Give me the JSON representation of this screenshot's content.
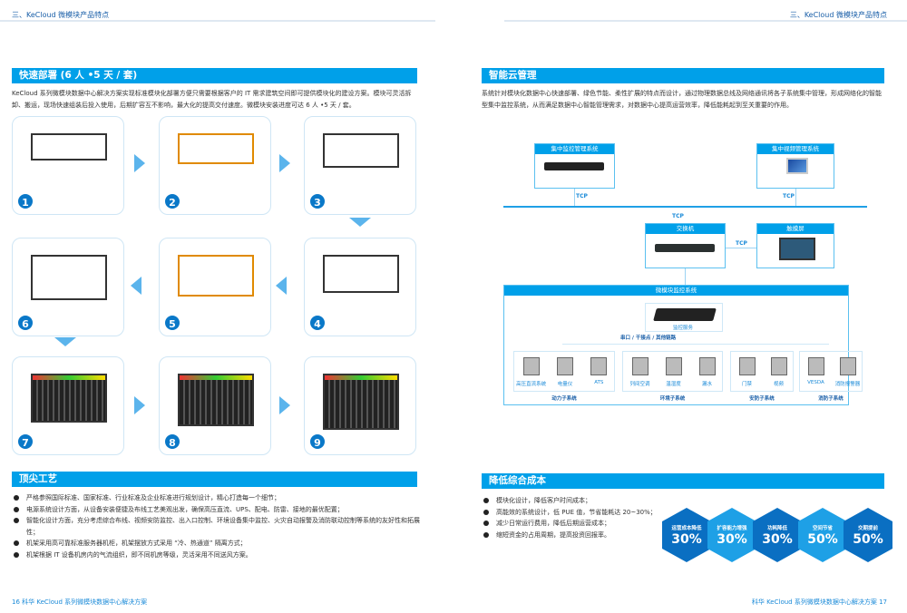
{
  "header": {
    "left": "三、KeCloud 微模块产品特点",
    "right": "三、KeCloud 微模块产品特点"
  },
  "left": {
    "deploy": {
      "title": "快速部署 (6 人 •5 天 / 套)",
      "text": "KeCloud 系列微模块数据中心解决方案实现标准模块化部署方便只需要根据客户的 IT 需求建筑空间即可提供模块化的建设方案。模块可灵活拆卸、搬运，现场快速组装后投入使用，后期扩容互不影响，最大化的提高交付速度。微模块安装进度可达 6 人 •5 天 / 套。",
      "steps": [
        "1",
        "2",
        "3",
        "4",
        "5",
        "6",
        "7",
        "8",
        "9"
      ]
    },
    "craft": {
      "title": "顶尖工艺",
      "items": [
        "严格参照国际标准、国家标准、行业标准及企业标准进行规划设计，精心打造每一个细节；",
        "电源系统设计方面，从设备安装便捷及布线工艺美观出发，确保高压直流、UPS、配电、防雷、接地的最优配置；",
        "智能化设计方面，充分考虑综合布线、视频安防监控、出入口控制、环境设备集中监控、火灾自动报警及消防联动控制等系统的友好性和拓展性；",
        "机架采用高可靠标准服务器机柜，机架摆放方式采用 “冷、热通道” 隔离方式；",
        "机架根据 IT 设备机房内的气流组织，即不同机房等级，灵活采用不同送风方案。"
      ]
    }
  },
  "right": {
    "cloud": {
      "title": "智能云管理",
      "text": "系统针对模块化数据中心快速部署、绿色节能、柔性扩展的特点而设计，通过物理数据总线及网络通讯将各子系统集中管理，形成网络化的智能型集中监控系统，从而满足数据中心智能管理需求，对数据中心提高运营效率，降低能耗起到至关重要的作用。",
      "diagram": {
        "monitor_mgmt": "集中监控管理系统",
        "video_mgmt": "集中视频管理系统",
        "tcp": "TCP",
        "switch": "交换机",
        "touchscreen": "触摸屏",
        "micro_monitor": "微模块监控系统",
        "monitor_service": "监控服务",
        "link": "串口 / 干接点 / 其他链路",
        "groups": [
          {
            "name": "动力子系统",
            "items": [
              "高压直流系统",
              "电量仪",
              "ATS"
            ]
          },
          {
            "name": "环境子系统",
            "items": [
              "列间空调",
              "温湿度",
              "漏水"
            ]
          },
          {
            "name": "安防子系统",
            "items": [
              "门禁",
              "视频"
            ]
          },
          {
            "name": "消防子系统",
            "items": [
              "VESDA",
              "消防报警器"
            ]
          }
        ]
      }
    },
    "cost": {
      "title": "降低综合成本",
      "items": [
        "模块化设计，降低客户时间成本；",
        "高能效的系统设计，低 PUE 值，节省能耗达 20~30%；",
        "减少日常运行费用，降低后期运营成本；",
        "缩短资金的占用周期，提高投资回报率。"
      ],
      "hexes": [
        {
          "label": "运营成本降低",
          "value": "30%",
          "color": "#0a6fc2"
        },
        {
          "label": "扩容能力增强",
          "value": "30%",
          "color": "#1ea0e6"
        },
        {
          "label": "功耗降低",
          "value": "30%",
          "color": "#0a6fc2"
        },
        {
          "label": "空间节省",
          "value": "50%",
          "color": "#1ea0e6"
        },
        {
          "label": "交期提前",
          "value": "50%",
          "color": "#0a6fc2"
        }
      ]
    }
  },
  "footer": {
    "left_page": "16",
    "left_text": "科华 KeCloud 系列微模块数据中心解决方案",
    "right_text": "科华 KeCloud 系列微模块数据中心解决方案",
    "right_page": "17"
  }
}
